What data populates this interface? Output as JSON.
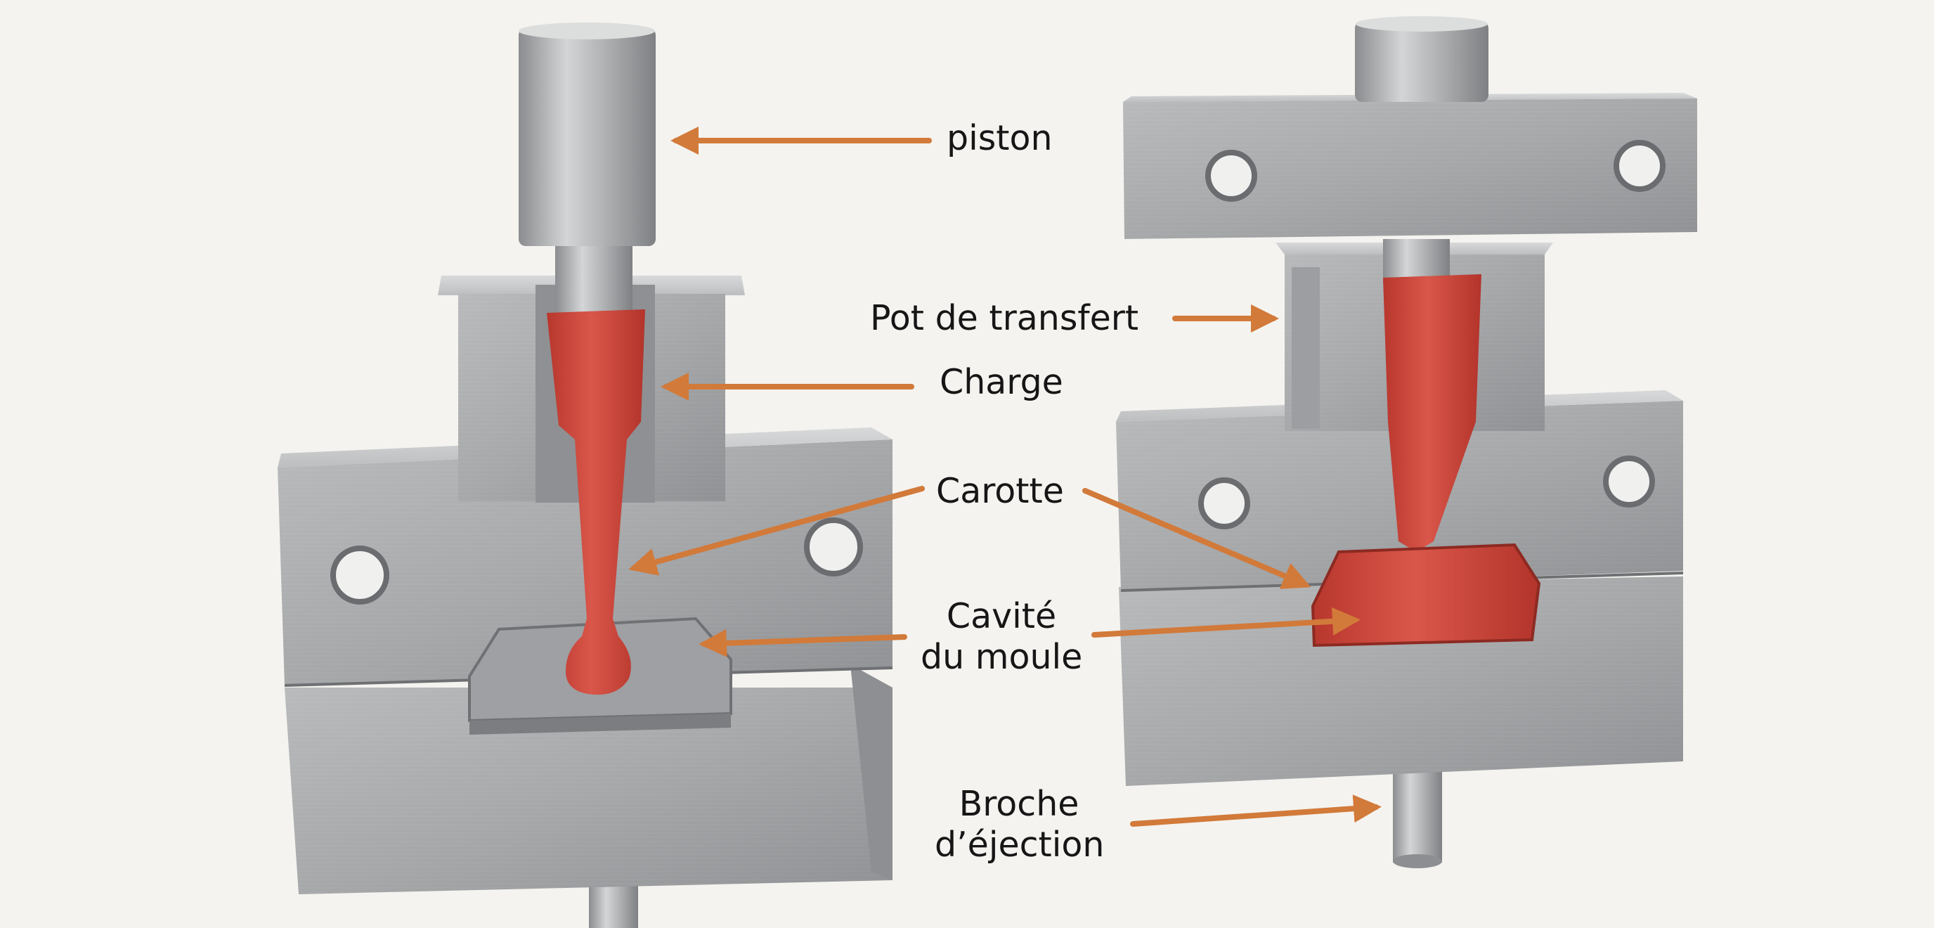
{
  "labels": {
    "piston": "piston",
    "pot": "Pot de transfert",
    "charge": "Charge",
    "carotte": "Carotte",
    "cavite_1": "Cavité",
    "cavite_2": "du moule",
    "broche_1": "Broche",
    "broche_2": "d’éjection"
  },
  "colors": {
    "background": "#f4f3ef",
    "arrow": "#d27a3a",
    "charge": "#c94236",
    "steel_light": "#c7c8c9",
    "steel_mid": "#a3a5a7",
    "steel_dark": "#808285",
    "text": "#161616"
  }
}
